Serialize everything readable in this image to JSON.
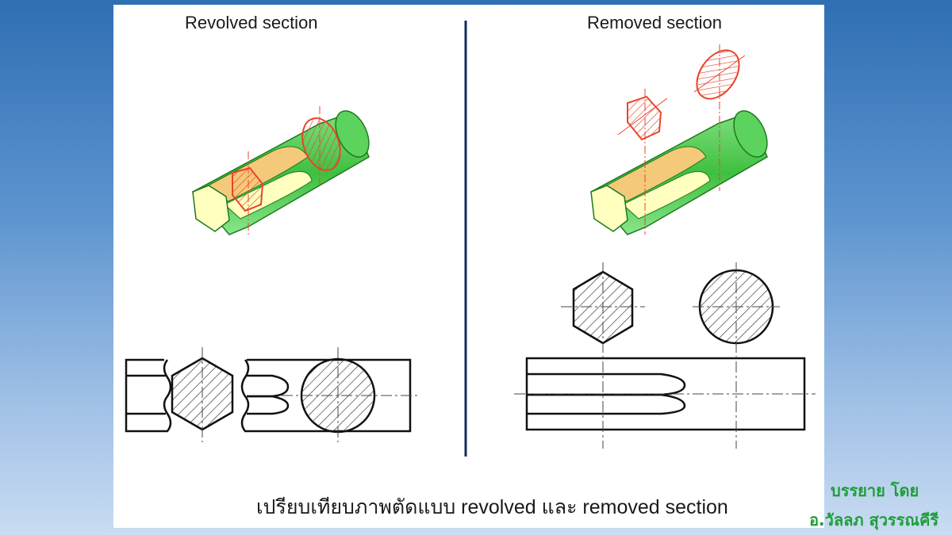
{
  "headings": {
    "left": "Revolved section",
    "right": "Removed section"
  },
  "caption": "เปรียบเทียบภาพตัดแบบ revolved และ removed section",
  "credit": {
    "line1": "บรรยาย โดย",
    "line2": "อ.วัลลภ สุวรรณคีรี"
  },
  "colors": {
    "cylinder": "#43c543",
    "hex_face": "#ffffc0",
    "flat_face": "#f5c97a",
    "section": "#e8452c",
    "divider": "#0f2d5c",
    "credit": "#1e9d3a"
  }
}
